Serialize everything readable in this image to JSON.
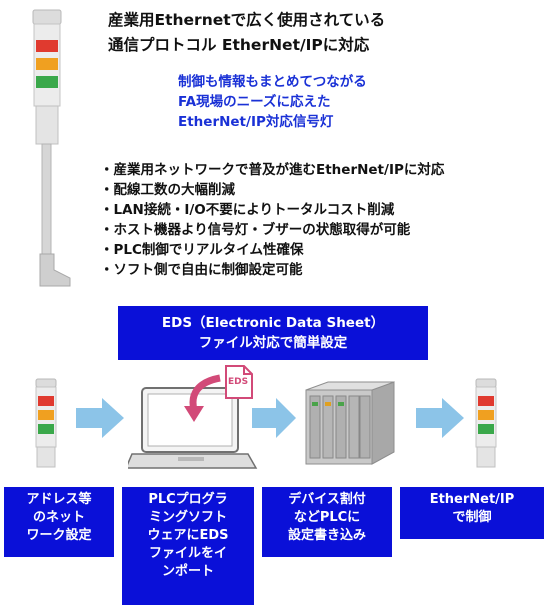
{
  "headline": {
    "line1": "産業用Ethernetで広く使用されている",
    "line2": "通信プロトコル EtherNet/IPに対応"
  },
  "subheadline": {
    "line1": "制御も情報もまとめてつながる",
    "line2": "FA現場のニーズに応えた",
    "line3": "EtherNet/IP対応信号灯"
  },
  "features": [
    "・産業用ネットワークで普及が進むEtherNet/IPに対応",
    "・配線工数の大幅削減",
    "・LAN接続・I/O不要によりトータルコスト削減",
    "・ホスト機器より信号灯・ブザーの状態取得が可能",
    "・PLC制御でリアルタイム性確保",
    "・ソフト側で自由に制御設定可能"
  ],
  "eds_banner": {
    "line1": "EDS（Electronic Data Sheet）",
    "line2": "ファイル対応で簡単設定"
  },
  "eds_file_label": "EDS",
  "steps": [
    {
      "lines": [
        "アドレス等",
        "のネット",
        "ワーク設定"
      ]
    },
    {
      "lines": [
        "PLCプログラ",
        "ミングソフト",
        "ウェアにEDS",
        "ファイルをイ",
        "ンポート"
      ]
    },
    {
      "lines": [
        "デバイス割付",
        "などPLCに",
        "設定書き込み"
      ]
    },
    {
      "lines": [
        "EtherNet/IP",
        "で制御"
      ]
    }
  ],
  "colors": {
    "brand_blue": "#0a10d8",
    "sub_blue": "#1a31d6",
    "arrow_blue": "#8cc4e8",
    "lamp_red": "#e03a2f",
    "lamp_orange": "#f0a020",
    "lamp_green": "#3aa84a",
    "eds_pink": "#d24a78"
  }
}
